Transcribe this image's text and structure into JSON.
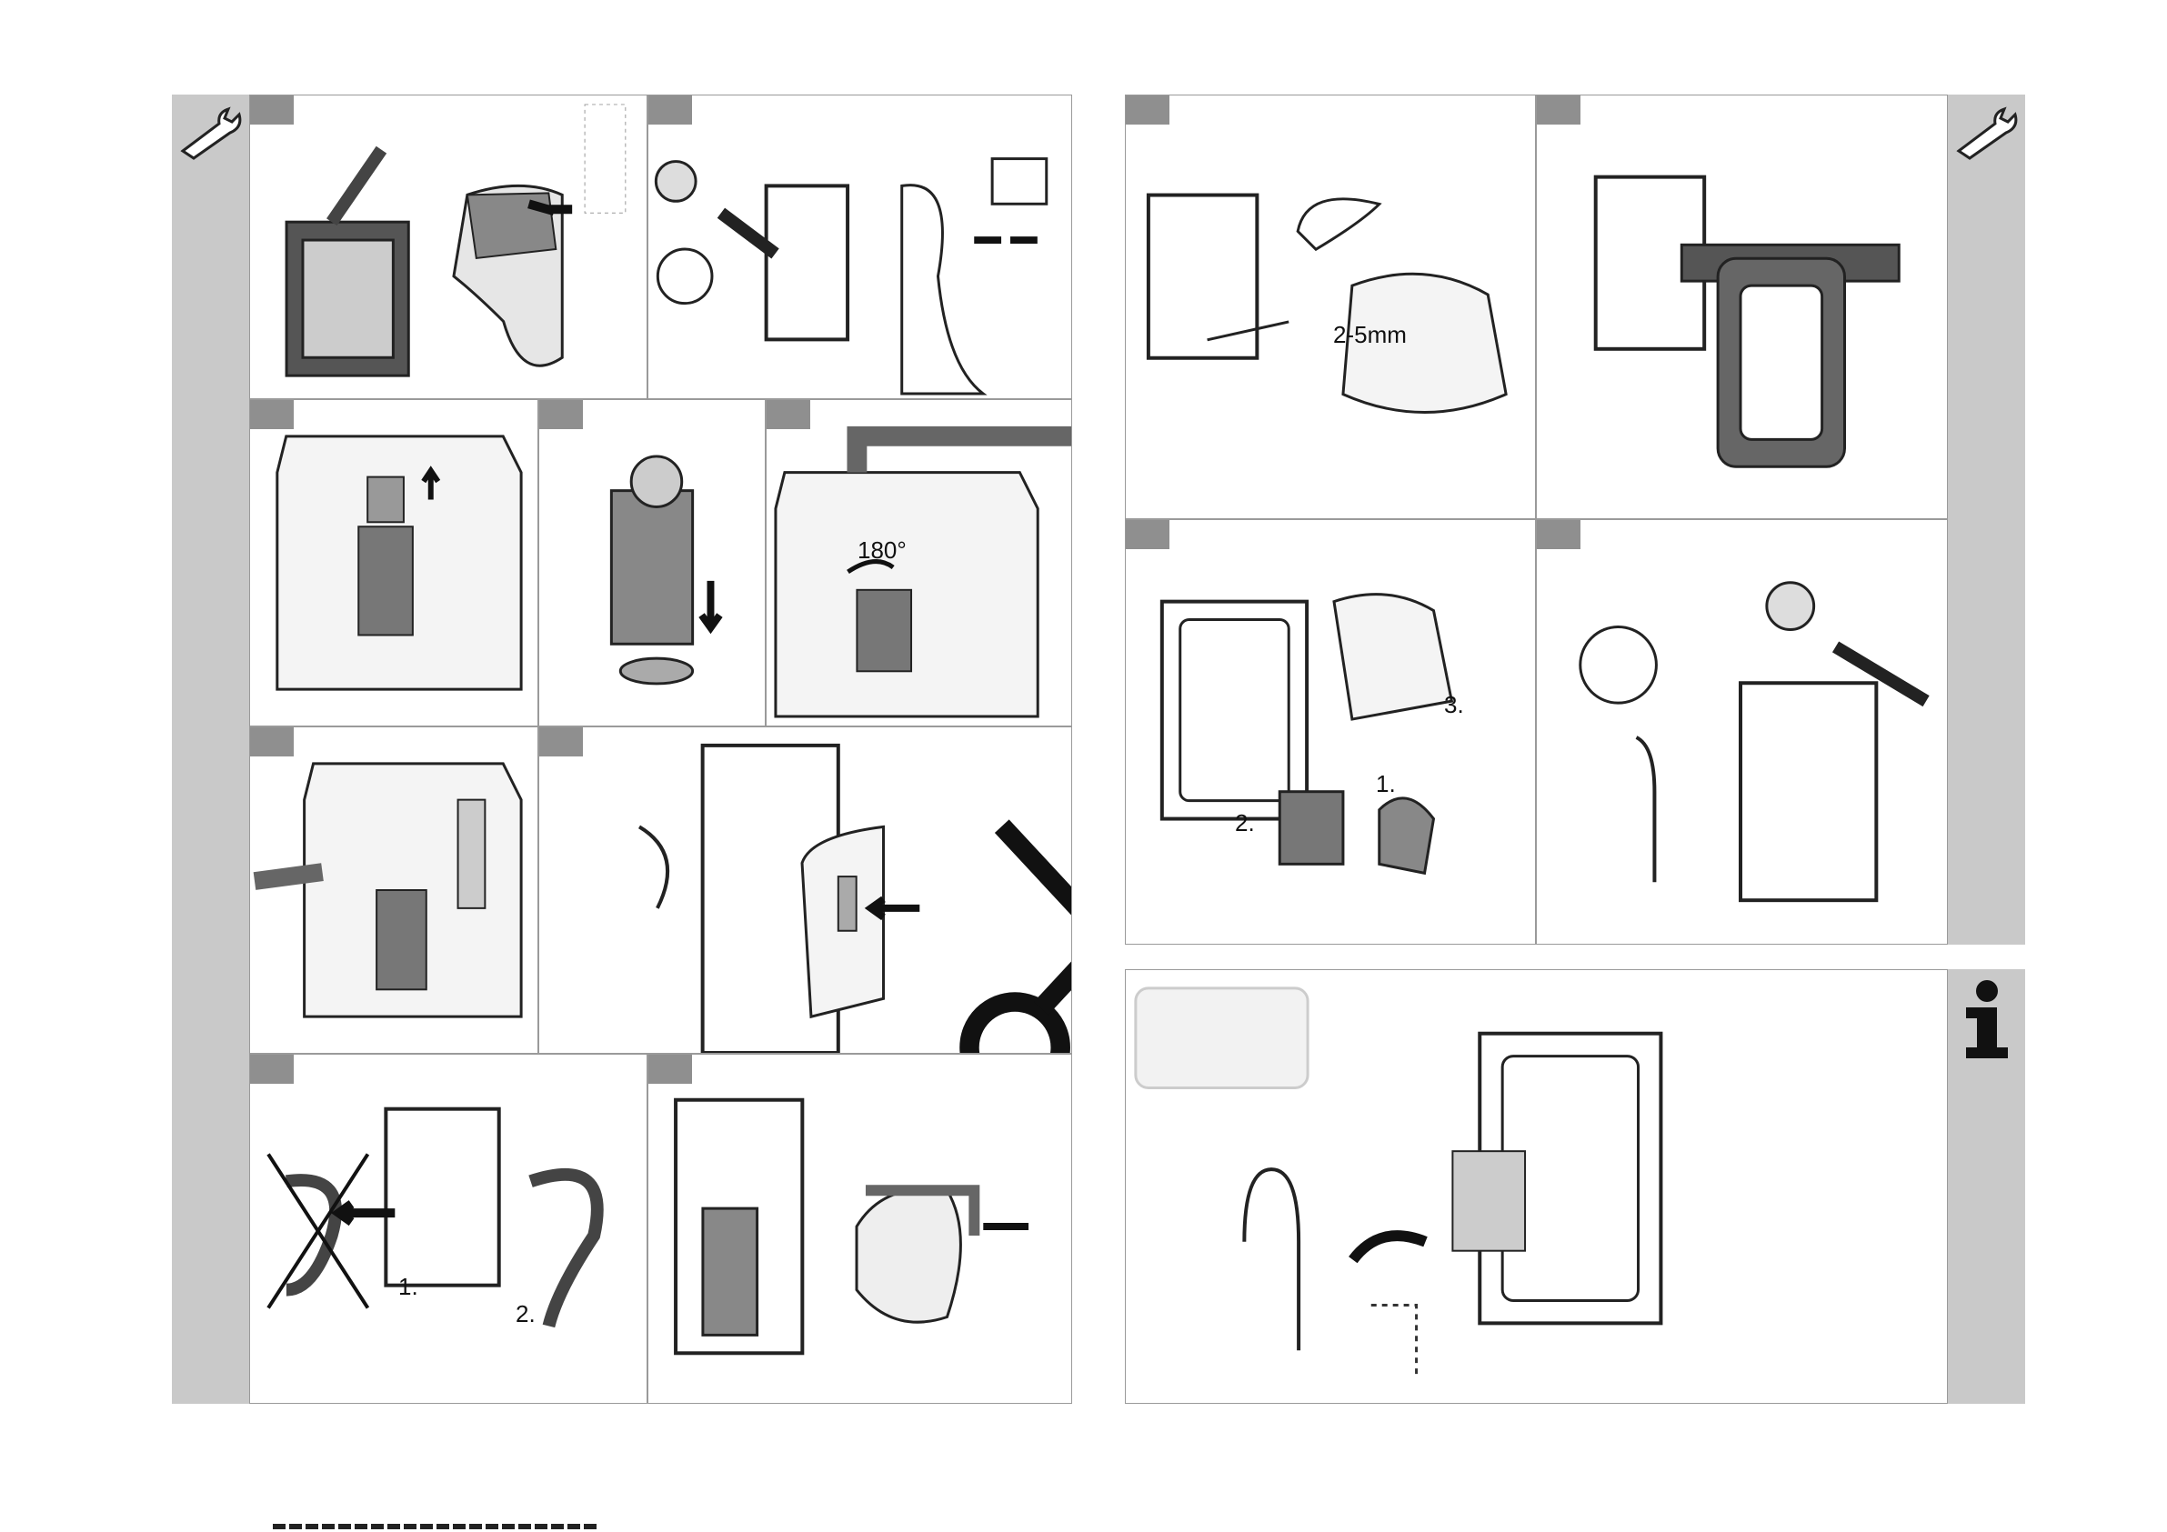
{
  "panels": {
    "p9": {
      "labels": []
    },
    "p10": {
      "labels": []
    },
    "p11": {
      "labels": []
    },
    "p12": {
      "labels": []
    },
    "p13": {
      "rotation": "180°"
    },
    "p14": {
      "labels": []
    },
    "p15": {
      "labels": []
    },
    "p16": {
      "step1": "1.",
      "step2": "2."
    },
    "p17": {
      "labels": []
    },
    "p18": {
      "gap": "2-5mm"
    },
    "p19": {
      "labels": []
    },
    "p20": {
      "step1": "1.",
      "step2": "2.",
      "step3": "3."
    },
    "p21": {
      "labels": []
    },
    "p22": {
      "labels": []
    }
  },
  "icons": {
    "left_sidebar": "wrench-icon",
    "right_sidebar_top": "wrench-icon",
    "right_sidebar_bottom": "info-icon",
    "warning": "exclamation-icon",
    "scissors": "scissors-icon"
  },
  "colors": {
    "sidebar": "#c9c9c9",
    "tab": "#8f8f8f",
    "ink": "#111111"
  }
}
